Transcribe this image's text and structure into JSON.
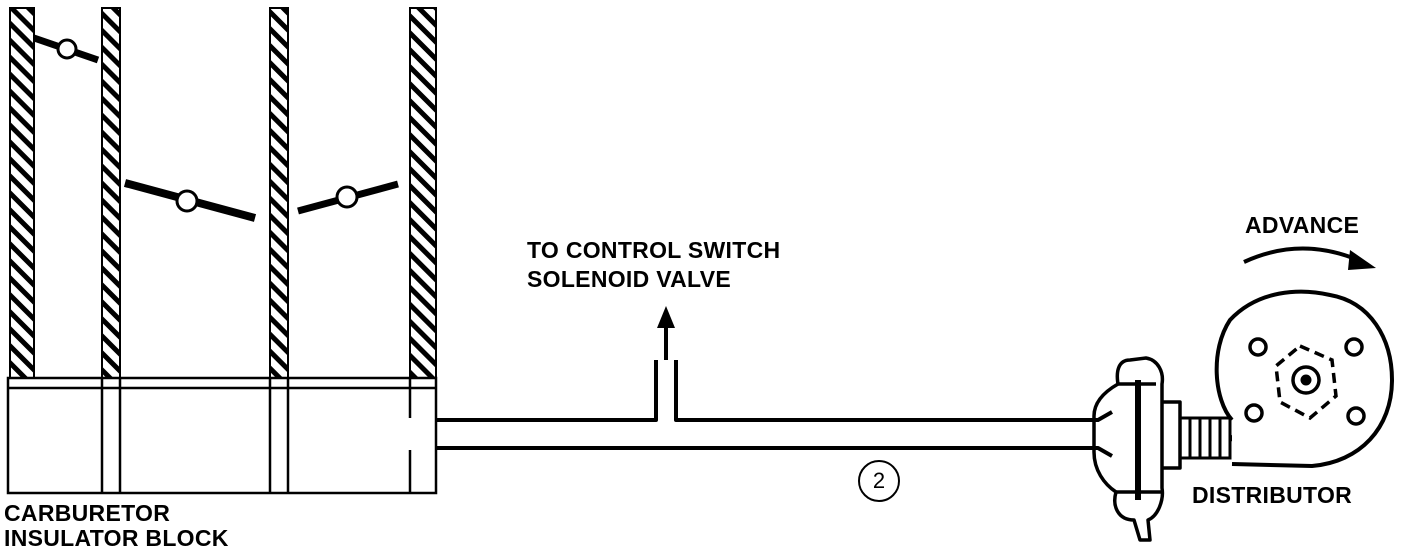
{
  "labels": {
    "carburetor_line1": "CARBURETOR",
    "carburetor_line2": "INSULATOR BLOCK",
    "control_line1": "TO CONTROL SWITCH",
    "control_line2": "SOLENOID VALVE",
    "advance": "ADVANCE",
    "distributor": "DISTRIBUTOR",
    "callout_number": "2"
  },
  "colors": {
    "ink": "#000000",
    "background": "#ffffff"
  }
}
